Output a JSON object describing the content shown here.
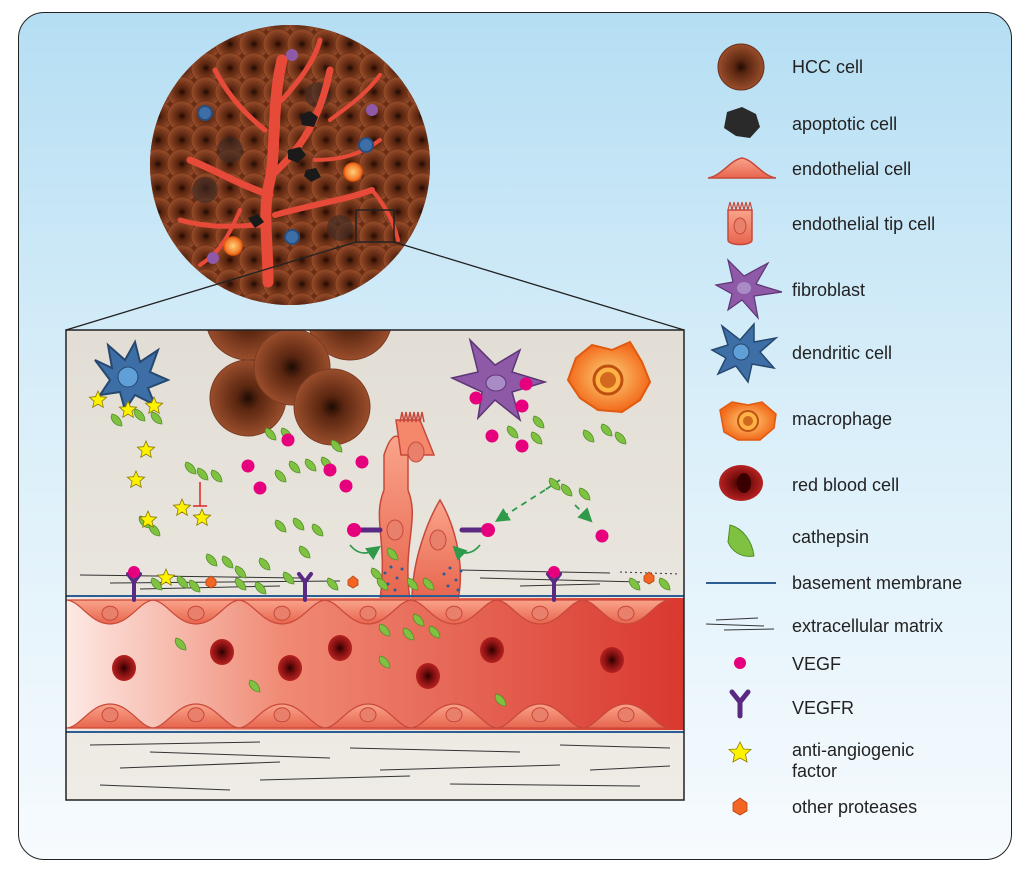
{
  "legend": [
    {
      "key": "hcc_cell",
      "label": "HCC cell",
      "icon": "hcc-cell-icon"
    },
    {
      "key": "apoptotic_cell",
      "label": "apoptotic cell",
      "icon": "apoptotic-cell-icon"
    },
    {
      "key": "endothelial_cell",
      "label": "endothelial cell",
      "icon": "endothelial-cell-icon"
    },
    {
      "key": "endothelial_tip_cell",
      "label": "endothelial tip cell",
      "icon": "endothelial-tip-cell-icon"
    },
    {
      "key": "fibroblast",
      "label": "fibroblast",
      "icon": "fibroblast-icon"
    },
    {
      "key": "dendritic_cell",
      "label": "dendritic cell",
      "icon": "dendritic-cell-icon"
    },
    {
      "key": "macrophage",
      "label": "macrophage",
      "icon": "macrophage-icon"
    },
    {
      "key": "red_blood_cell",
      "label": "red blood cell",
      "icon": "red-blood-cell-icon"
    },
    {
      "key": "cathepsin",
      "label": "cathepsin",
      "icon": "cathepsin-icon"
    },
    {
      "key": "basement_membrane",
      "label": "basement membrane",
      "icon": "basement-membrane-icon"
    },
    {
      "key": "extracellular_matrix",
      "label": "extracellular matrix",
      "icon": "extracellular-matrix-icon"
    },
    {
      "key": "vegf",
      "label": "VEGF",
      "icon": "vegf-icon"
    },
    {
      "key": "vegfr",
      "label": "VEGFR",
      "icon": "vegfr-icon"
    },
    {
      "key": "anti_angiogenic_factor",
      "label": "anti-angiogenic factor",
      "label_lines": [
        "anti-angiogenic",
        "factor"
      ],
      "icon": "star-icon"
    },
    {
      "key": "other_proteases",
      "label": "other proteases",
      "icon": "hexagon-icon"
    }
  ],
  "colors": {
    "background_top": "#b5def3",
    "background_bottom": "#f7fbfe",
    "hcc_cell": "#7a3a22",
    "endothelial": "#f08a6e",
    "blood_vessel": "#e0473a",
    "fibroblast": "#8e5aa8",
    "dendritic": "#3d6fa6",
    "macrophage": "#f7941d",
    "red_blood_cell": "#9b1b1b",
    "cathepsin": "#7fc241",
    "basement_membrane": "#2c5e94",
    "vegf": "#e6007e",
    "vegfr": "#5a2a82",
    "anti_angiogenic": "#fff200",
    "other_proteases": "#f26522"
  }
}
